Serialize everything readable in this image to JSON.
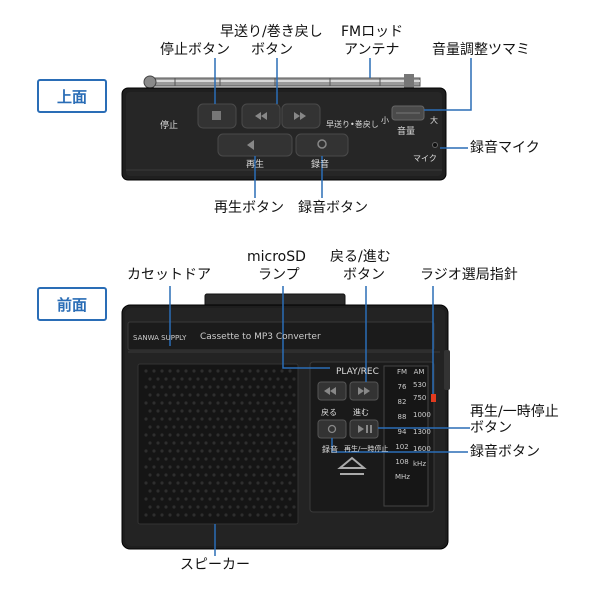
{
  "sections": {
    "top_view": "上面",
    "front_view": "前面"
  },
  "top_labels": {
    "stop_button": "停止ボタン",
    "ff_rew_line1": "早送り/巻き戻し",
    "ff_rew_line2": "ボタン",
    "fm_antenna_line1": "FMロッド",
    "fm_antenna_line2": "アンテナ",
    "volume_knob": "音量調整ツマミ",
    "rec_mic": "録音マイク",
    "play_button": "再生ボタン",
    "rec_button": "録音ボタン"
  },
  "top_device_text": {
    "stop": "停止",
    "ff": "早送り•巻戻し",
    "small": "小",
    "large": "大",
    "volume": "音量",
    "mic": "マイク",
    "play": "再生",
    "rec": "録音"
  },
  "front_labels": {
    "cassette_door": "カセットドア",
    "microsd_line1": "microSD",
    "microsd_line2": "ランプ",
    "prev_next_line1": "戻る/進む",
    "prev_next_line2": "ボタン",
    "tuning_indicator": "ラジオ選局指針",
    "play_pause_line1": "再生/一時停止",
    "play_pause_line2": "ボタン",
    "rec_button": "録音ボタン",
    "speaker": "スピーカー"
  },
  "front_device_text": {
    "brand": "SANWA SUPPLY",
    "model": "Cassette to MP3 Converter",
    "play_rec": "PLAY/REC",
    "back": "戻る",
    "forward": "進む",
    "rec": "録音",
    "play_pause": "再生/一時停止",
    "am": "AM",
    "fm": "FM",
    "khz": "kHz",
    "mhz": "MHz",
    "am_scale": [
      "530",
      "750",
      "1000",
      "1300",
      "1600"
    ],
    "fm_scale": [
      "76",
      "82",
      "88",
      "94",
      "102",
      "108"
    ]
  },
  "colors": {
    "accent": "#2a6db6",
    "device": "#222222",
    "device_edge": "#3a3a3a",
    "indicator": "#e23b1f"
  }
}
